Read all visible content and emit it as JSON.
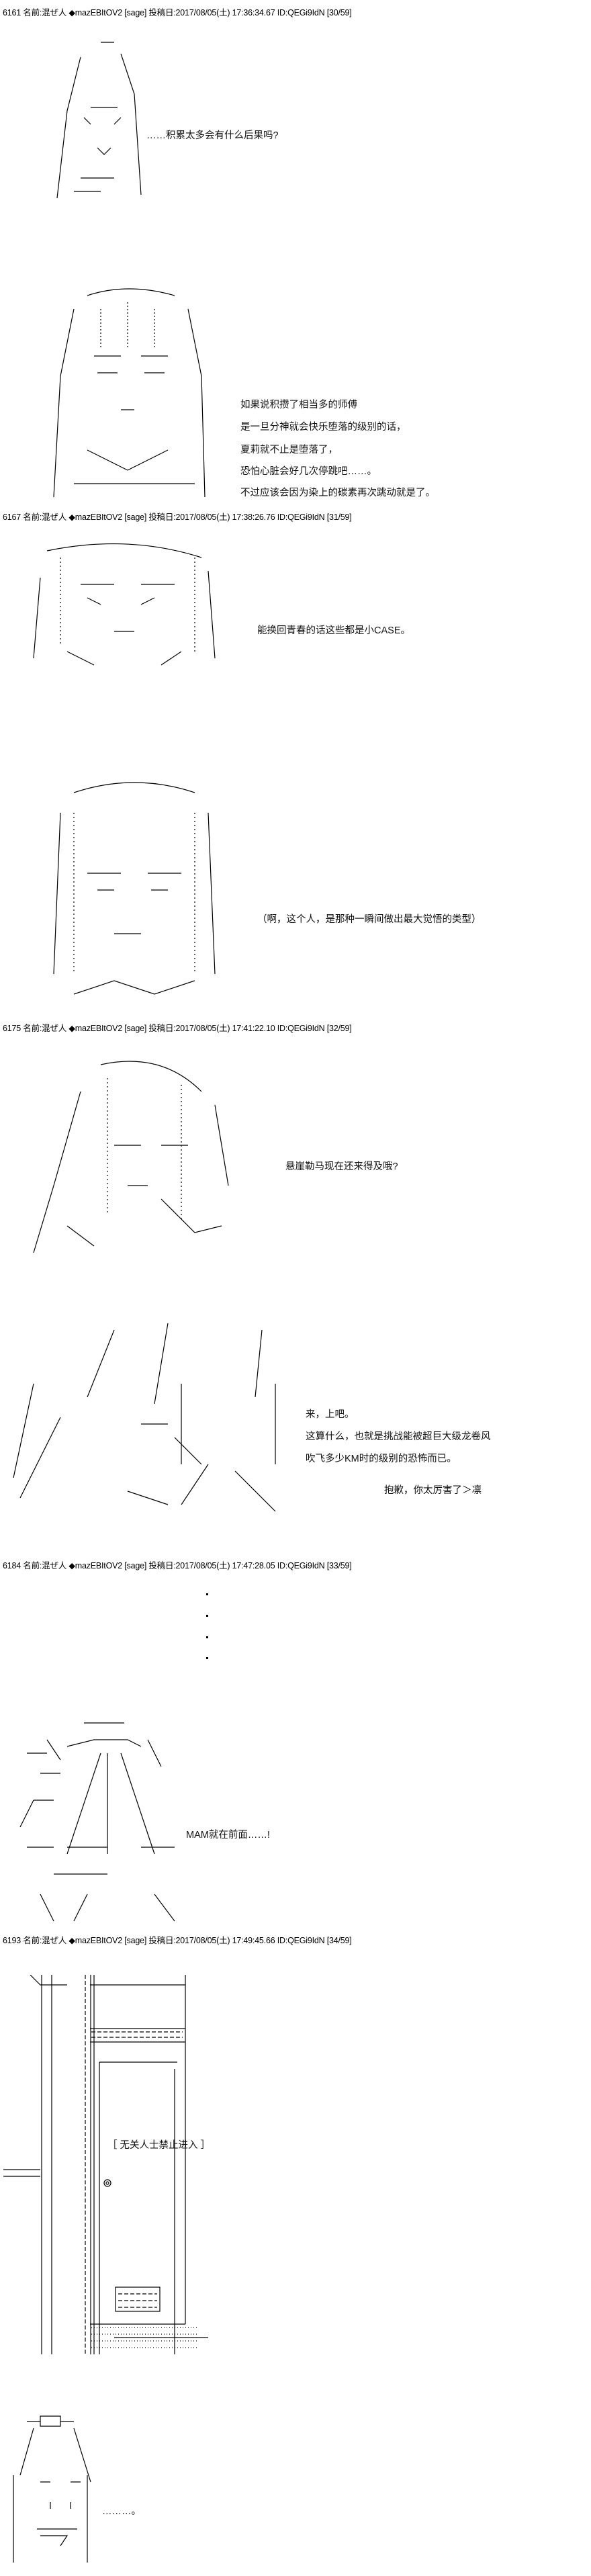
{
  "posts": [
    {
      "header": "6161 名前:混ぜ人 ◆mazEBItOV2 [sage] 投稿日:2017/08/05(土) 17:36:34.67 ID:QEGi9IdN [30/59]",
      "lines": [
        "……积累太多会有什么后果吗?",
        "如果说积攒了相当多的师傅",
        "是一旦分神就会快乐堕落的级别的话，",
        "夏莉就不止是堕落了，",
        "恐怕心脏会好几次停跳吧……。",
        "不过应该会因为染上的碳素再次跳动就是了。"
      ]
    },
    {
      "header": "6167 名前:混ぜ人 ◆mazEBItOV2 [sage] 投稿日:2017/08/05(土) 17:38:26.76 ID:QEGi9IdN [31/59]",
      "lines": [
        "能换回青春的话这些都是小CASE。",
        "（啊，这个人，是那种一瞬间做出最大觉悟的类型）"
      ]
    },
    {
      "header": "6175 名前:混ぜ人 ◆mazEBItOV2 [sage] 投稿日:2017/08/05(土) 17:41:22.10 ID:QEGi9IdN [32/59]",
      "lines": [
        "悬崖勒马现在还来得及哦?",
        "来，上吧。",
        "这算什么，也就是挑战能被超巨大级龙卷风",
        "吹飞多少KM时的级别的恐怖而已。",
        "抱歉，你太厉害了＞凛"
      ]
    },
    {
      "header": "6184 名前:混ぜ人 ◆mazEBItOV2 [sage] 投稿日:2017/08/05(土) 17:47:28.05 ID:QEGi9IdN [33/59]",
      "lines": [
        "MAM就在前面……!"
      ]
    },
    {
      "header": "6193 名前:混ぜ人 ◆mazEBItOV2 [sage] 投稿日:2017/08/05(土) 17:49:45.66 ID:QEGi9IdN [34/59]",
      "lines": [
        "［ 无关人士禁止进入 ］",
        "………。"
      ]
    }
  ]
}
